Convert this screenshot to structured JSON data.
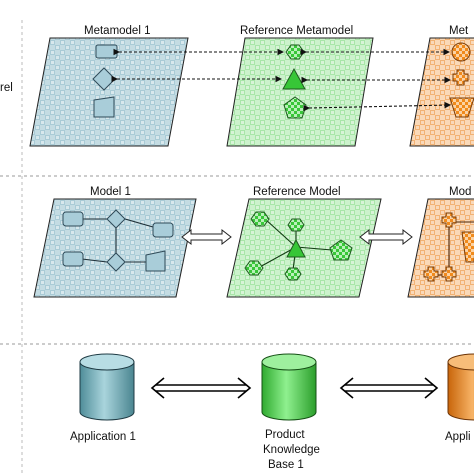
{
  "colors": {
    "blue_fill": "#c4dce3",
    "blue_pattern": "#a9cbd6",
    "blue_stroke": "#2f4a58",
    "green_fill": "#ccf2cc",
    "green_pattern": "#a8e6a8",
    "green_stroke": "#1f5a1f",
    "orange_fill": "#fad9b8",
    "orange_pattern": "#f2b274",
    "orange_stroke": "#7a3d0a",
    "separator": "#999999"
  },
  "layers": {
    "metamodel_level_label": "rel"
  },
  "metamodel_row": {
    "left_title": "Metamodel 1",
    "center_title": "Reference Metamodel",
    "right_title": "Met"
  },
  "model_row": {
    "left_title": "Model 1",
    "center_title": "Reference Model",
    "right_title": "Mod"
  },
  "application_row": {
    "left_label": "Application 1",
    "center_label_line1": "Product",
    "center_label_line2": "Knowledge",
    "center_label_line3": "Base 1",
    "right_label": "Appli"
  }
}
